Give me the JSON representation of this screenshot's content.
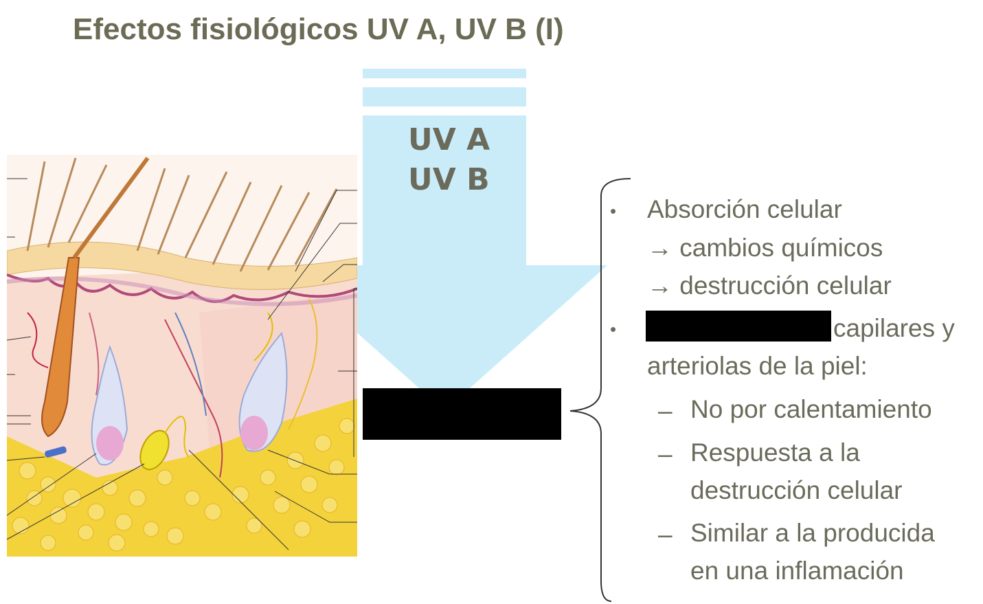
{
  "title": "Efectos fisiológicos UV A, UV B (I)",
  "arrow": {
    "line1": "UV A",
    "line2": "UV B",
    "color": "#c9ecf8"
  },
  "bullets": [
    {
      "lines": [
        "Absorción celular",
        "→ cambios químicos",
        "→ destrucción celular"
      ]
    },
    {
      "lines": [
        "capilares y",
        "arteriolas de la piel:"
      ],
      "sub": [
        {
          "lines": [
            "No por calentamiento"
          ]
        },
        {
          "lines": [
            "Respuesta a la",
            "destrucción celular"
          ]
        },
        {
          "lines": [
            "Similar a la producida",
            "en una inflamación"
          ]
        }
      ]
    }
  ],
  "colors": {
    "text": "#6b6b5c",
    "title": "#6b6b56",
    "skin_surface": "#f5d9a0",
    "fat": "#f4d23c",
    "dermis": "#f9dcd0"
  }
}
